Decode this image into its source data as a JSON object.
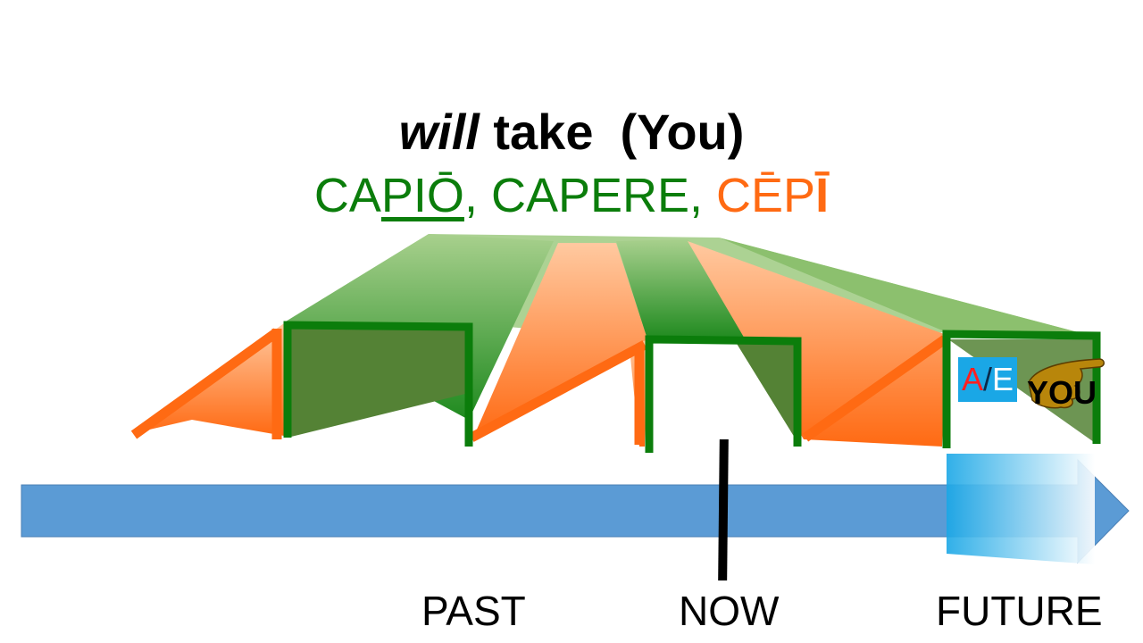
{
  "title": {
    "tense_word": "will",
    "verb_word": "take",
    "person": "(You)"
  },
  "principal_parts": {
    "part1_pre": "CA",
    "part1_stem": "PIŌ",
    "sep1": ", ",
    "part2": "CAPERE",
    "sep2": ", ",
    "part3_pre": "CĒP",
    "part3_end": "Ī"
  },
  "ending_box": {
    "a": "A",
    "sep": "/",
    "e": "E"
  },
  "person_tag": "YOU",
  "timeline": {
    "past": "PAST",
    "now": "NOW",
    "future": "FUTURE"
  },
  "colors": {
    "green_text": "#0b7d0b",
    "orange_text": "#ff6a13",
    "arrow_blue": "#5b9bd5",
    "ending_box": "#1aa7e6"
  }
}
